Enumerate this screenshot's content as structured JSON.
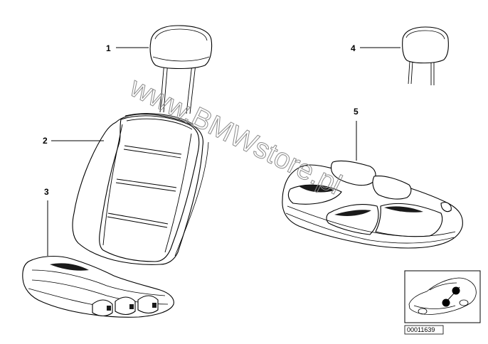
{
  "parts": [
    {
      "number": "1",
      "name": "front-headrest"
    },
    {
      "number": "2",
      "name": "backrest-cover"
    },
    {
      "number": "3",
      "name": "seat-cushion-cover"
    },
    {
      "number": "4",
      "name": "rear-headrest"
    },
    {
      "number": "5",
      "name": "rear-seat-bench-cover"
    }
  ],
  "watermark": "www.BMWstore.pl",
  "reference_inset": {
    "diagram_id": "00011639",
    "markers": 2,
    "subject": "car-silhouette"
  },
  "colors": {
    "line": "#000000",
    "background": "#ffffff",
    "watermark": "#8c8c8c"
  }
}
